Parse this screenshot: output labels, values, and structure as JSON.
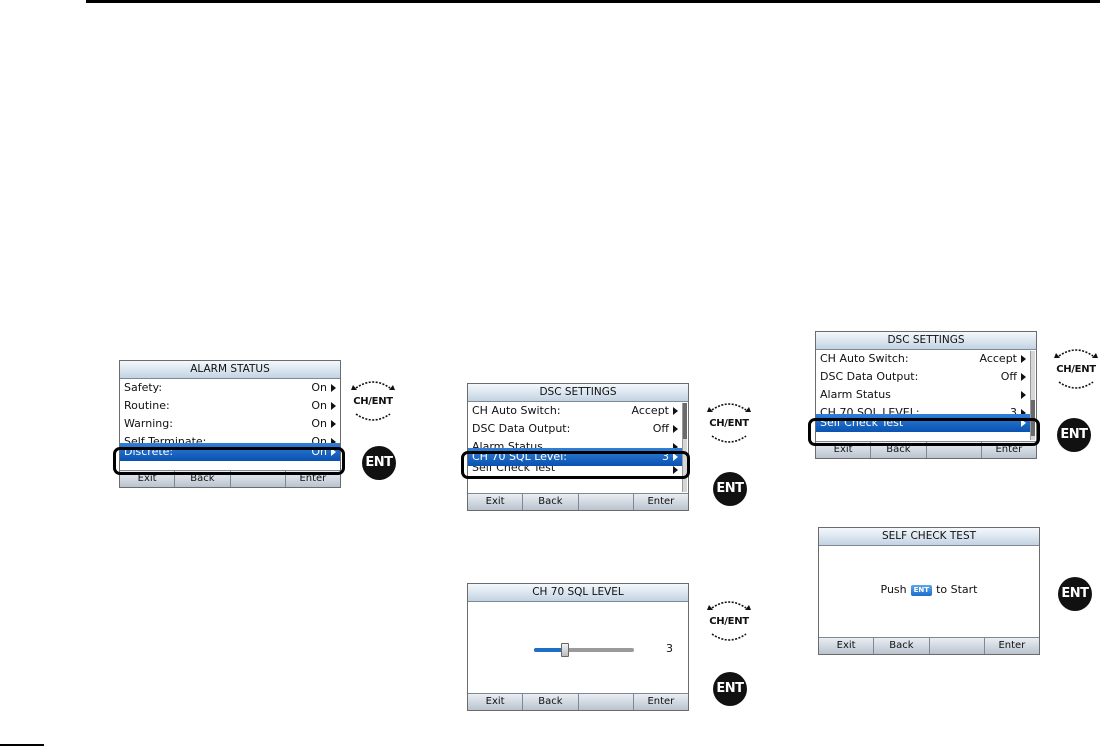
{
  "softkeys": {
    "exit": "Exit",
    "back": "Back",
    "blank": "",
    "enter": "Enter"
  },
  "keys": {
    "dial_label": "CH/ENT",
    "ent_label": "ENT"
  },
  "alarm_status": {
    "title": "ALARM STATUS",
    "rows": [
      {
        "label": "Safety:",
        "value": "On"
      },
      {
        "label": "Routine:",
        "value": "On"
      },
      {
        "label": "Warning:",
        "value": "On"
      },
      {
        "label": "Self Terminate:",
        "value": "On"
      },
      {
        "label": "Discrete:",
        "value": "On"
      }
    ],
    "selected": "Discrete"
  },
  "dsc_settings_a": {
    "title": "DSC SETTINGS",
    "rows": [
      {
        "label": "CH Auto Switch:",
        "value": "Accept"
      },
      {
        "label": "DSC Data Output:",
        "value": "Off"
      },
      {
        "label": "Alarm Status",
        "value": ""
      },
      {
        "label": "CH 70 SQL Level:",
        "value": "3"
      },
      {
        "label": "Self Check Test",
        "value": ""
      }
    ],
    "selected": "CH 70 SQL Level"
  },
  "ch70_sql_level": {
    "title": "CH 70 SQL LEVEL",
    "level": 3,
    "level_min": 0,
    "level_max": 10,
    "value_text": "3"
  },
  "dsc_settings_b": {
    "title": "DSC SETTINGS",
    "rows": [
      {
        "label": "CH Auto Switch:",
        "value": "Accept"
      },
      {
        "label": "DSC Data Output:",
        "value": "Off"
      },
      {
        "label": "Alarm Status",
        "value": ""
      },
      {
        "label": "CH 70 SQL LEVEL:",
        "value": "3"
      },
      {
        "label": "Self Check Test",
        "value": ""
      }
    ],
    "selected": "Self Check Test"
  },
  "self_check_test": {
    "title": "SELF CHECK TEST",
    "msg_before": "Push",
    "msg_badge": "ENT",
    "msg_after": "to Start"
  },
  "colors": {
    "selection": "#0a52b0",
    "key_black": "#111111"
  }
}
